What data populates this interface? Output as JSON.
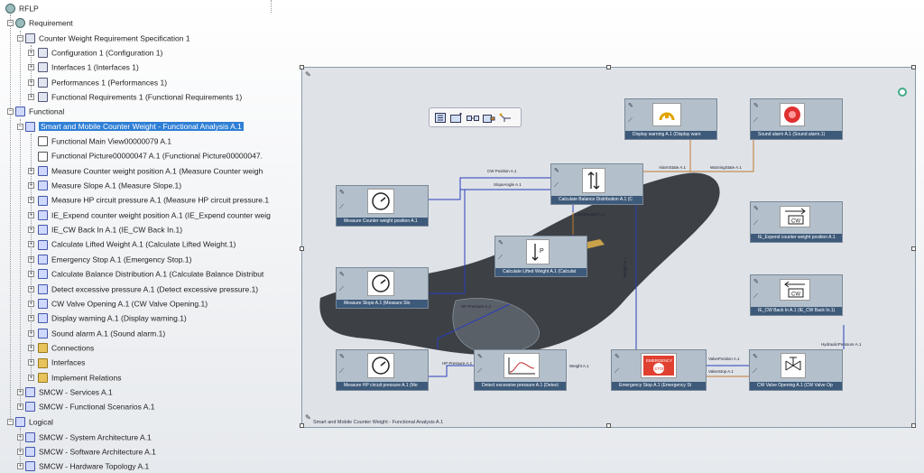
{
  "tree": {
    "root": "RFLP",
    "requirement": {
      "label": "Requirement",
      "spec": "Counter Weight Requirement Specification 1",
      "children": [
        "Configuration 1 (Configuration 1)",
        "Interfaces 1 (Interfaces 1)",
        "Performances 1 (Performances 1)",
        "Functional Requirements 1 (Functional Requirements 1)"
      ]
    },
    "functional": {
      "label": "Functional",
      "selected": "Smart and Mobile Counter Weight - Functional Analysis A.1",
      "children": [
        "Functional Main View00000079 A.1",
        "Functional Picture00000047 A.1 (Functional Picture00000047.",
        "Measure Counter weight position A.1 (Measure Counter weigh",
        "Measure Slope A.1 (Measure Slope.1)",
        "Measure HP circuit pressure A.1 (Measure HP circuit pressure.1",
        "IE_Expend counter weight position A.1 (IE_Expend counter weig",
        "IE_CW Back In A.1 (IE_CW Back In.1)",
        "Calculate Lifted Weight A.1 (Calculate Lifted Weight.1)",
        "Emergency Stop A.1 (Emergency Stop.1)",
        "Calculate Balance Distribution A.1 (Calculate Balance Distribut",
        "Detect excessive pressure A.1 (Detect excessive pressure.1)",
        "CW Valve Opening A.1 (CW Valve Opening.1)",
        "Display warning A.1 (Display warning.1)",
        "Sound alarm A.1 (Sound alarm.1)",
        "Connections",
        "Interfaces",
        "Implement Relations"
      ],
      "services": "SMCW - Services A.1",
      "scenarios": "SMCW - Functional Scenarios A.1"
    },
    "logical": {
      "label": "Logical",
      "children": [
        "SMCW - System Architecture A.1",
        "SMCW - Software Architecture A.1",
        "SMCW - Hardware Topology A.1"
      ]
    }
  },
  "canvas": {
    "title": "Smart and Mobile Counter Weight - Functional Analysis A.1",
    "nodes": {
      "display_warning": "Display warning A.1 (Display warn",
      "sound_alarm": "Sound alarm A.1 (Sound alarm.1)",
      "calc_balance": "Calculate Balance Distribution A.1 (C",
      "measure_cw": "Measure Counter weight position A.1",
      "calc_lifted": "Calculate Lifted Weight A.1 (Calculat",
      "ie_expend": "IE_Expend counter weight position A.1",
      "measure_slope": "Measure Slope A.1 (Measure Slo",
      "ie_cwback": "IE_CW Back In A.1 (IE_CW Back In.1)",
      "measure_hp": "Measure HP circuit pressure A.1 (Me",
      "detect": "Detect excessive pressure A.1 (Detect",
      "emergency": "Emergency Stop A.1 (Emergency St",
      "cw_valve": "CW Valve Opening A.1 (CW Valve Op"
    },
    "icon_text": {
      "cw": "CW",
      "emergency": "EMERGENCY",
      "stop": "STOP",
      "p": "P"
    },
    "flows": {
      "cw_position": "CW Position A.1",
      "slope_angle": "SlopeAngle A.1",
      "lifted_weight": "LiftedWeight A.1",
      "hp_pressure": "HP Pressure A.1",
      "weight": "Weight A.1",
      "valve_position": "ValvePosition A.1",
      "hydraulic_pressure1": "HydraulicPressure A.1",
      "hydraulic_pressure2": "HydraulicPressure A.1",
      "hydraulic_pressure3": "HydraulicPressure A.1",
      "alarm_state": "AlarmState A.1",
      "warning_state": "WarningState A.1",
      "valve_stop": "ValveStop A.1"
    }
  },
  "colors": {
    "selection": "#2f7fd6",
    "caption": "#3e5a7a",
    "flow_blue": "#2a3db8",
    "flow_orange": "#c07a30"
  }
}
